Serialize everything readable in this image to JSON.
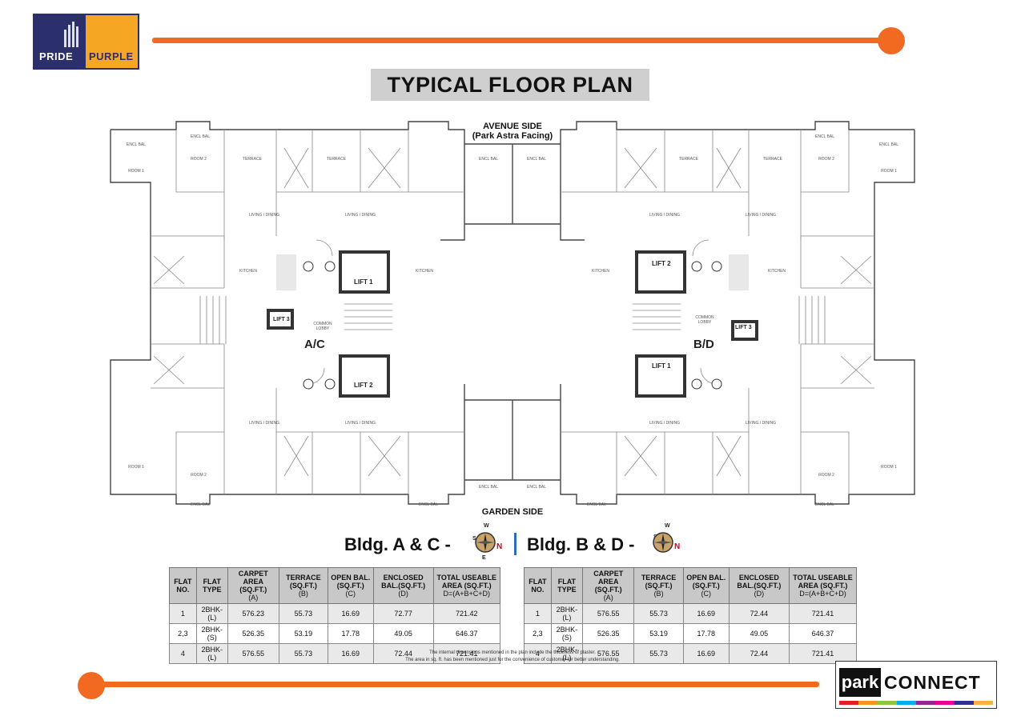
{
  "logo": {
    "left_text": "PRIDE",
    "right_text": "PURPLE"
  },
  "title": "TYPICAL FLOOR PLAN",
  "plan": {
    "top_label_1": "AVENUE SIDE",
    "top_label_2": "(Park Astra Facing)",
    "bottom_label": "GARDEN SIDE",
    "wing_left": "A/C",
    "wing_right": "B/D",
    "lifts": [
      "LIFT 1",
      "LIFT 2",
      "LIFT 3"
    ],
    "common_lobby": "COMMON LOBBY"
  },
  "buildings": {
    "left": "Bldg. A & C -",
    "right": "Bldg. B & D -",
    "compass": {
      "w": "W",
      "s": "S",
      "n": "N",
      "e": "E"
    }
  },
  "table": {
    "headers": [
      {
        "label": "FLAT NO.",
        "sub": ""
      },
      {
        "label": "FLAT TYPE",
        "sub": ""
      },
      {
        "label": "CARPET AREA (SQ.FT.)",
        "sub": "(A)"
      },
      {
        "label": "TERRACE (SQ.FT.)",
        "sub": "(B)"
      },
      {
        "label": "OPEN BAL. (SQ.FT.)",
        "sub": "(C)"
      },
      {
        "label": "ENCLOSED BAL.(SQ.FT.)",
        "sub": "(D)"
      },
      {
        "label": "TOTAL USEABLE AREA (SQ.FT.)",
        "sub": "D=(A+B+C+D)"
      }
    ],
    "left_rows": [
      [
        "1",
        "2BHK-(L)",
        "576.23",
        "55.73",
        "16.69",
        "72.77",
        "721.42"
      ],
      [
        "2,3",
        "2BHK-(S)",
        "526.35",
        "53.19",
        "17.78",
        "49.05",
        "646.37"
      ],
      [
        "4",
        "2BHK-(L)",
        "576.55",
        "55.73",
        "16.69",
        "72.44",
        "721.41"
      ]
    ],
    "right_rows": [
      [
        "1",
        "2BHK-(L)",
        "576.55",
        "55.73",
        "16.69",
        "72.44",
        "721.41"
      ],
      [
        "2,3",
        "2BHK-(S)",
        "526.35",
        "53.19",
        "17.78",
        "49.05",
        "646.37"
      ],
      [
        "4",
        "2BHK-(L)",
        "576.55",
        "55.73",
        "16.69",
        "72.44",
        "721.41"
      ]
    ]
  },
  "notes": [
    "The internal dimensions mentioned in the plan include the thickness of plaster.",
    "The area in sq. ft. has been mentioned just for the convenience of customer for better understanding."
  ],
  "brand": {
    "park": "park",
    "connect": "CONNECT"
  },
  "colors": {
    "accent": "#f26a21",
    "navy": "#2b2f6b",
    "gold": "#f5a623",
    "title_bg": "#cfcfcf",
    "separator": "#2b6fb5"
  }
}
